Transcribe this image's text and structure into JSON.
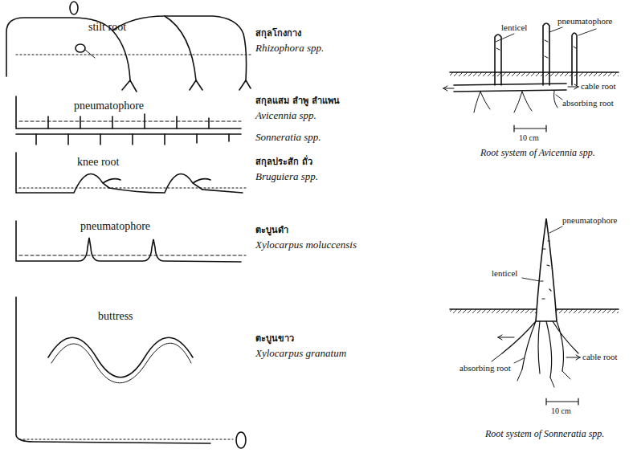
{
  "diagram": {
    "labels": [
      "stilt root",
      "สกุลโกงกาง",
      "Rhizophora spp.",
      "pneumatophore",
      "สกุลแสม ลำพู ลำแพน",
      "Avicennia spp.",
      "Sonneratia spp.",
      "knee root",
      "สกุลประสัก ถั่ว",
      "Bruguiera spp.",
      "pneumatophore",
      "ตะบูนดำ",
      "Xylocarpus moluccensis",
      "buttress",
      "ตะบูนขาว",
      "Xylocarpus granatum",
      "lenticel",
      "pneumatophore",
      "cable root",
      "absorbing root",
      "10 cm",
      "Root system of Avicennia spp.",
      "pneumatophore",
      "lenticel",
      "absorbing root",
      "cable root",
      "10 cm",
      "Root system of Sonneratia spp."
    ]
  }
}
